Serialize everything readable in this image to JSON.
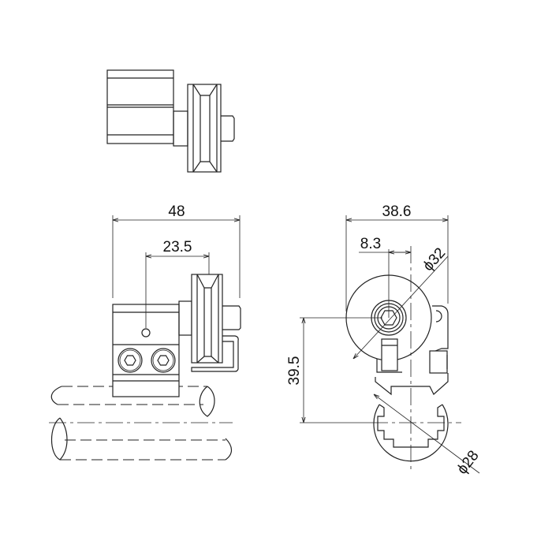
{
  "drawing": {
    "front_view": {
      "overall_width": "48",
      "hole_to_pulley": "23.5"
    },
    "side_view": {
      "overall_width": "38.6",
      "offset": "8.3",
      "pulley_diameter": "ϕ32",
      "height": "39.5",
      "pipe_diameter": "ϕ28"
    }
  }
}
